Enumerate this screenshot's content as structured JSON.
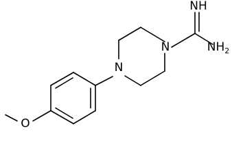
{
  "molecule": {
    "atoms": {
      "imine_n": "NH",
      "amine_n": "NH",
      "amine_sub": "2",
      "piperazine_n1": "N",
      "piperazine_n4": "N",
      "ether_o": "O"
    }
  },
  "colors": {
    "bond": "#000000",
    "label": "#000000",
    "background": "#ffffff"
  }
}
